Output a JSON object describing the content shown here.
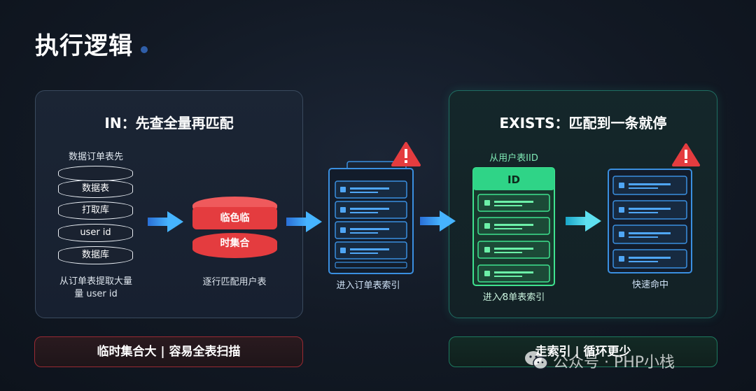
{
  "title": "执行逻辑",
  "left_panel": {
    "heading": "IN：先查全量再匹配",
    "db_caption": "数据订单表先",
    "db_layers": [
      "数据表",
      "打取库",
      "user id",
      "数据库"
    ],
    "db_footer_line1": "从订单表提取大量",
    "db_footer_line2": "量 user id",
    "temp_db_line1": "临色临",
    "temp_db_line2": "时集合",
    "temp_db_caption": "逐行匹配用户表"
  },
  "middle": {
    "index_caption": "进入订单表索引"
  },
  "right_panel": {
    "heading": "EXISTS：匹配到一条就停",
    "user_caption": "从用户表IID",
    "user_header": "ID",
    "user_footer": "进入⁄8单表索引",
    "fast_caption": "快速命中"
  },
  "bottom": {
    "left": "临时集合大 | 容易全表扫描",
    "right": "走索引 | 循环更少"
  },
  "watermark": "公众号 · PHP小栈",
  "colors": {
    "accent_blue": "#3a9bf0",
    "warning_red": "#e43c3f",
    "accent_green": "#2fd487"
  }
}
